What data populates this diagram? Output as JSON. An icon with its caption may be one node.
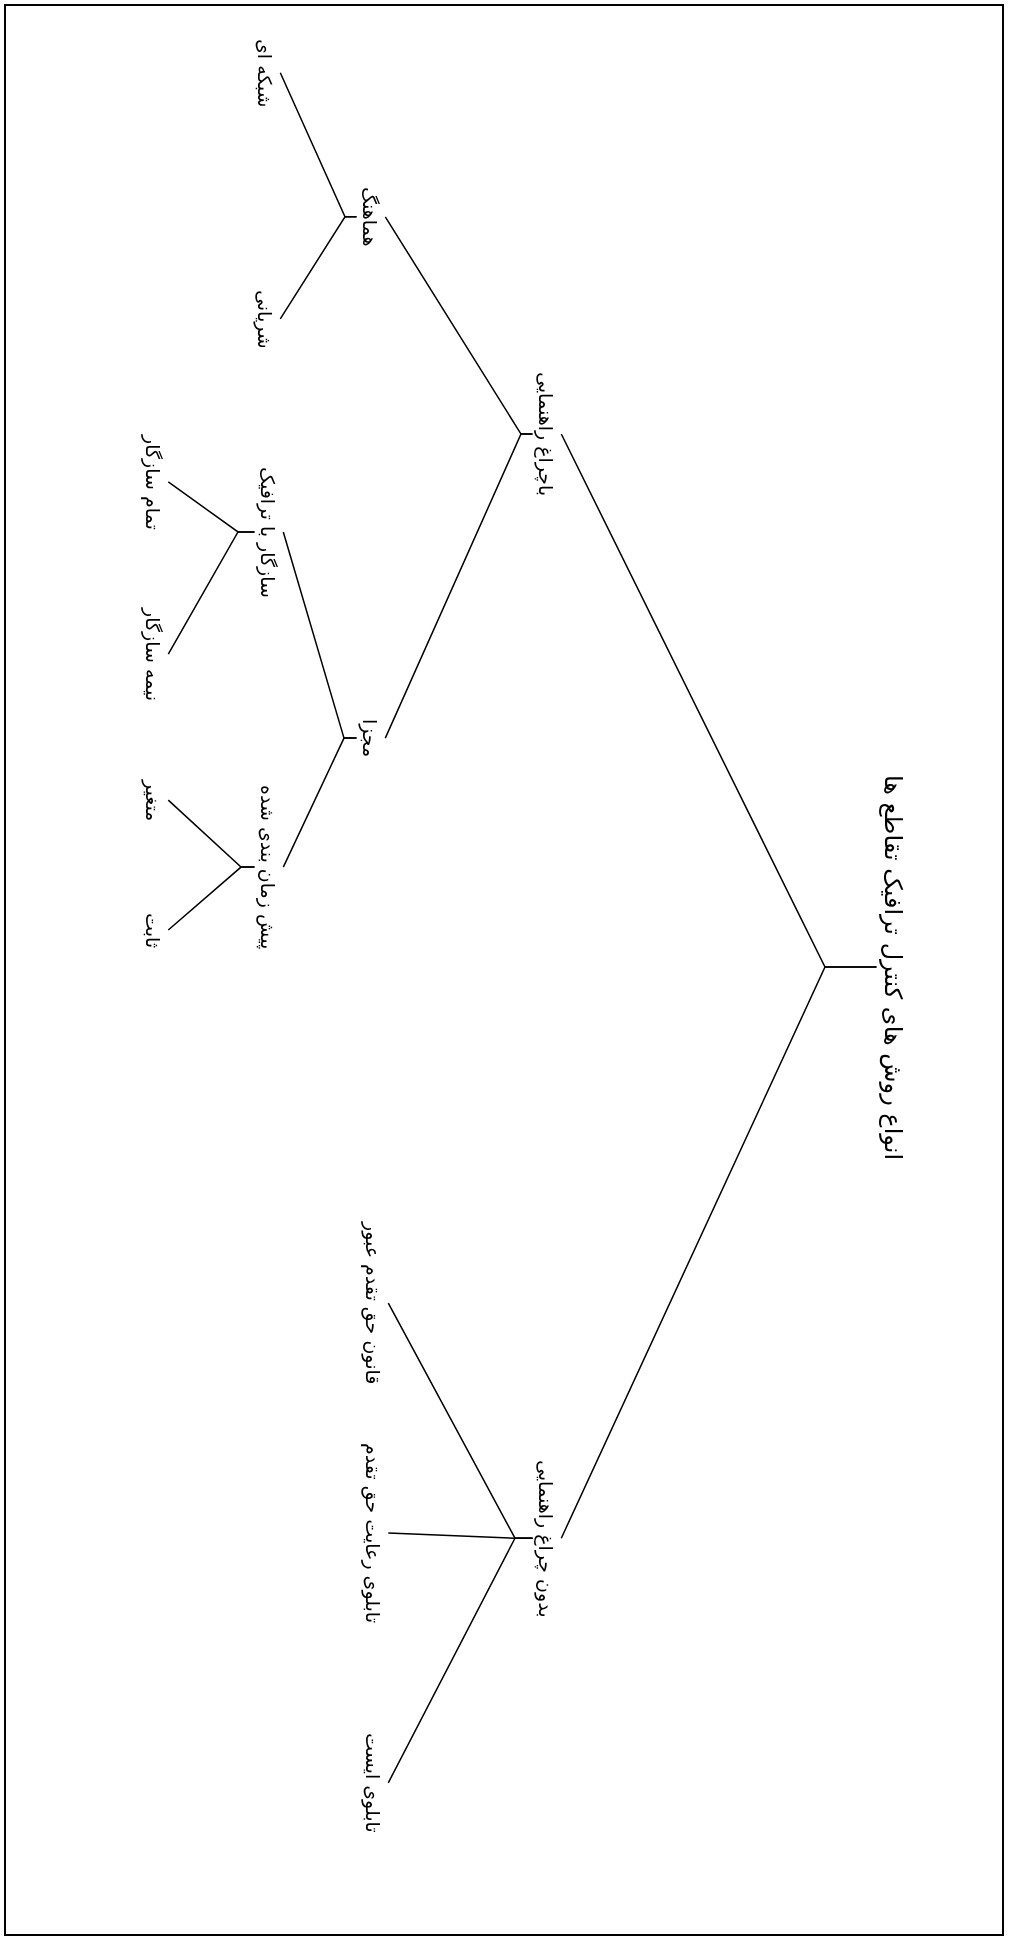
{
  "diagram": {
    "nodes": [
      {
        "text": [
          "انواع روش های کنترل ترافیک تقاطع ها"
        ]
      },
      {
        "text": [
          "باچراغ راهنمایی"
        ]
      },
      {
        "text": [
          "بدون چراغ راهنمایی"
        ]
      },
      {
        "text": [
          "هماهنگ"
        ]
      },
      {
        "text": [
          "مجزا"
        ]
      },
      {
        "text": [
          "شبکه ای"
        ]
      },
      {
        "text": [
          "شریانی"
        ]
      },
      {
        "text": [
          "سازگار با ترافیک"
        ]
      },
      {
        "text": [
          "پیش زمان بندی شده"
        ]
      },
      {
        "text": [
          "تمام سازگار"
        ]
      },
      {
        "text": [
          "نیمه سازگار"
        ]
      },
      {
        "text": [
          "متغیر"
        ]
      },
      {
        "text": [
          "ثابت"
        ]
      },
      {
        "text": [
          "قانون حق تقدم عبور"
        ]
      },
      {
        "text": [
          "تابلوی رعایت حق تقدم"
        ]
      },
      {
        "text": [
          "تابلوی ایست"
        ]
      }
    ],
    "edges": [
      {
        "from": 0,
        "to": 1,
        "arrow": "none"
      },
      {
        "from": 0,
        "to": 2,
        "arrow": "none"
      },
      {
        "from": 1,
        "to": 3,
        "arrow": "none"
      },
      {
        "from": 1,
        "to": 4,
        "arrow": "none"
      },
      {
        "from": 3,
        "to": 5,
        "arrow": "none"
      },
      {
        "from": 3,
        "to": 6,
        "arrow": "none"
      },
      {
        "from": 4,
        "to": 7,
        "arrow": "none"
      },
      {
        "from": 4,
        "to": 8,
        "arrow": "none"
      },
      {
        "from": 7,
        "to": 9,
        "arrow": "none"
      },
      {
        "from": 7,
        "to": 10,
        "arrow": "none"
      },
      {
        "from": 8,
        "to": 11,
        "arrow": "none"
      },
      {
        "from": 8,
        "to": 12,
        "arrow": "none"
      },
      {
        "from": 2,
        "to": 13,
        "arrow": "none"
      },
      {
        "from": 2,
        "to": 14,
        "arrow": "none"
      },
      {
        "from": 2,
        "to": 15,
        "arrow": "none"
      }
    ]
  }
}
